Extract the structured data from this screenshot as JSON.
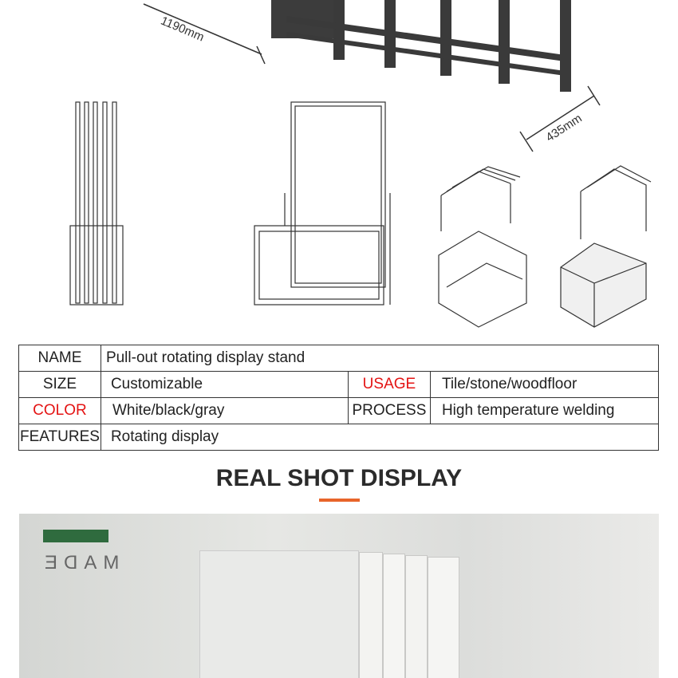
{
  "dimensions": {
    "length": "1190mm",
    "depth": "435mm"
  },
  "specs": {
    "name_label": "NAME",
    "name_value": "Pull-out rotating display stand",
    "size_label": "SIZE",
    "size_value": "Customizable",
    "usage_label": "USAGE",
    "usage_value": "Tile/stone/woodfloor",
    "color_label": "COLOR",
    "color_value": "White/black/gray",
    "process_label": "PROCESS",
    "process_value": "High temperature welding",
    "features_label": "FEATURES",
    "features_value": "Rotating display"
  },
  "section": {
    "heading": "REAL SHOT DISPLAY"
  },
  "photo": {
    "wall_text": "MADE"
  },
  "colors": {
    "accent": "#e8652a",
    "highlight": "#e41414"
  }
}
